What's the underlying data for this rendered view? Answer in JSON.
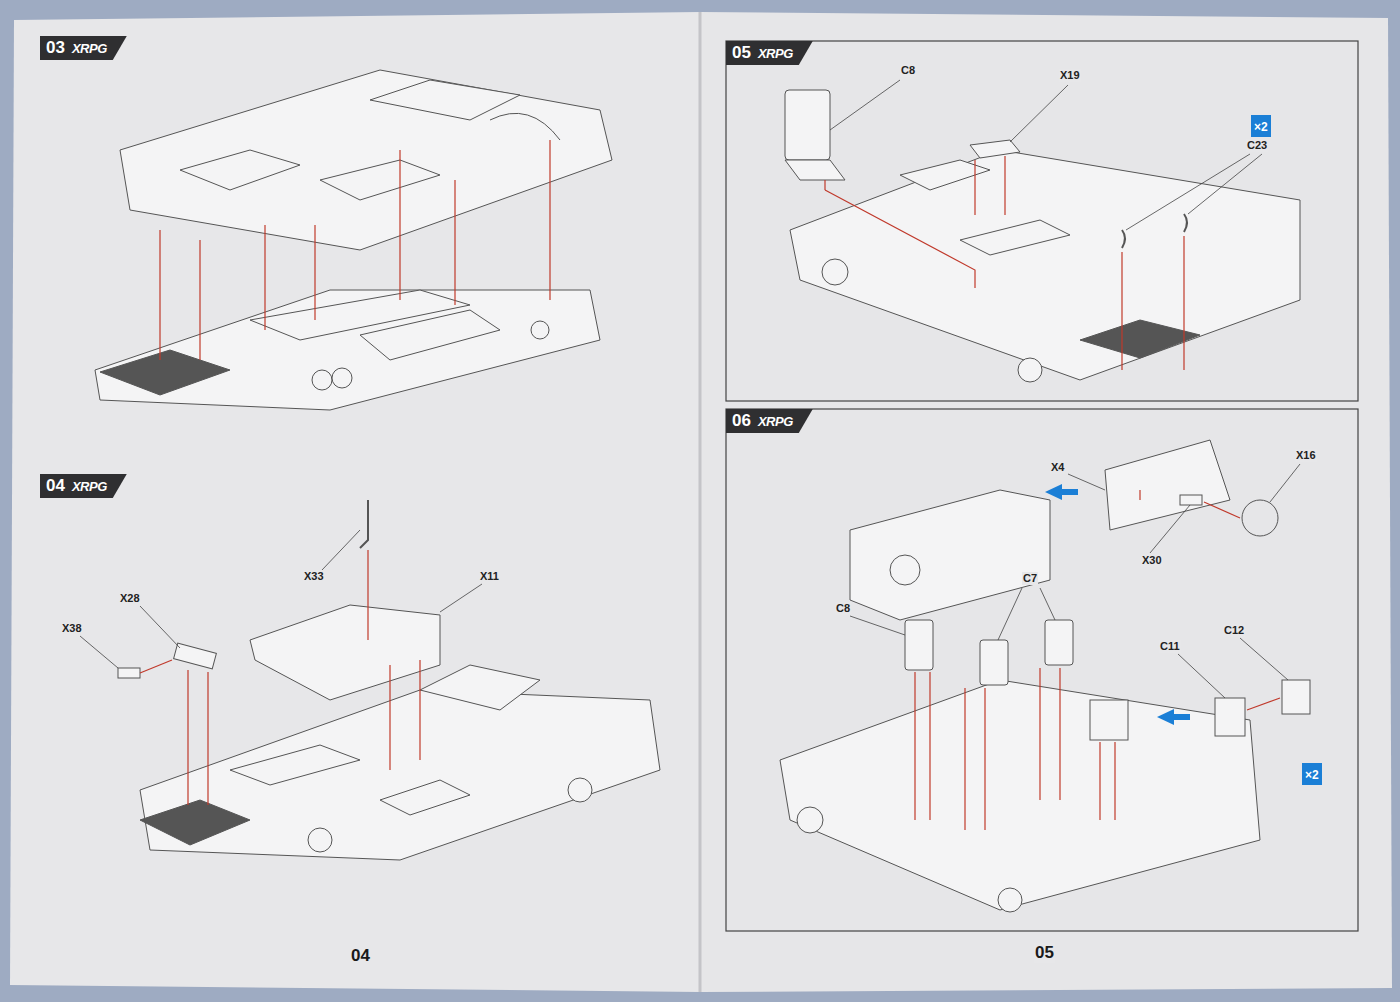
{
  "diagram": {
    "nodes": [
      {
        "text": [
          "03",
          "XRPG"
        ]
      },
      {
        "text": [
          "04",
          "XRPG"
        ]
      },
      {
        "text": [
          "05",
          "XRPG"
        ]
      },
      {
        "text": [
          "×2"
        ]
      },
      {
        "text": [
          "06",
          "XRPG"
        ]
      },
      {
        "text": [
          "×2"
        ]
      }
    ],
    "labels": [
      "X33",
      "X28",
      "X38",
      "X11",
      "04",
      "C8",
      "X19",
      "C23",
      "X4",
      "X16",
      "X30",
      "C8",
      "C7",
      "C11",
      "C12",
      "05"
    ]
  }
}
